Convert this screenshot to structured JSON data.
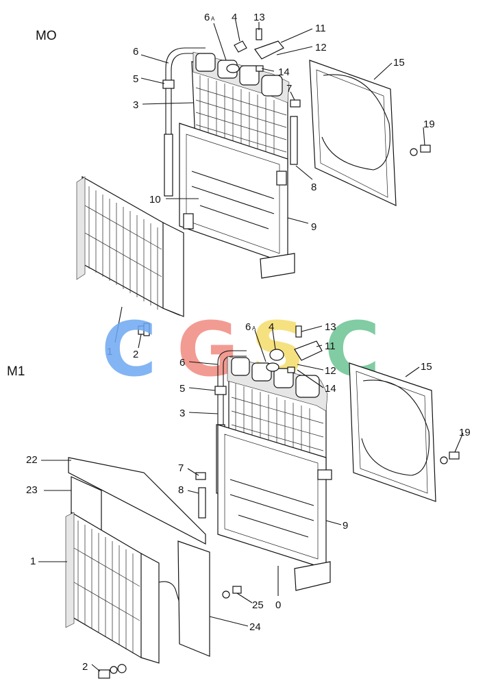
{
  "sections": [
    {
      "id": "mo",
      "label": "MO"
    },
    {
      "id": "m1",
      "label": "M1"
    }
  ],
  "callouts_mo": {
    "p1": "1",
    "p2": "2",
    "p3": "3",
    "p4": "4",
    "p5": "5",
    "p6": "6",
    "p6a_num": "6",
    "p6a_sub": "A",
    "p7": "7",
    "p8": "8",
    "p9": "9",
    "p10": "10",
    "p11": "11",
    "p12": "12",
    "p13": "13",
    "p14": "14",
    "p15": "15",
    "p19": "19"
  },
  "callouts_m1": {
    "p0": "0",
    "p1": "1",
    "p2": "2",
    "p3": "3",
    "p4": "4",
    "p5": "5",
    "p6": "6",
    "p6a_num": "6",
    "p6a_sub": "A",
    "p7": "7",
    "p8": "8",
    "p9": "9",
    "p11": "11",
    "p12": "12",
    "p13": "13",
    "p14": "14",
    "p15": "15",
    "p19": "19",
    "p22": "22",
    "p23": "23",
    "p24": "24",
    "p25": "25"
  },
  "watermark": {
    "letters": [
      "C",
      "G",
      "S",
      "C"
    ],
    "colors": [
      "#6ea8f2",
      "#f08a80",
      "#f5dc6a",
      "#6cc492"
    ]
  }
}
